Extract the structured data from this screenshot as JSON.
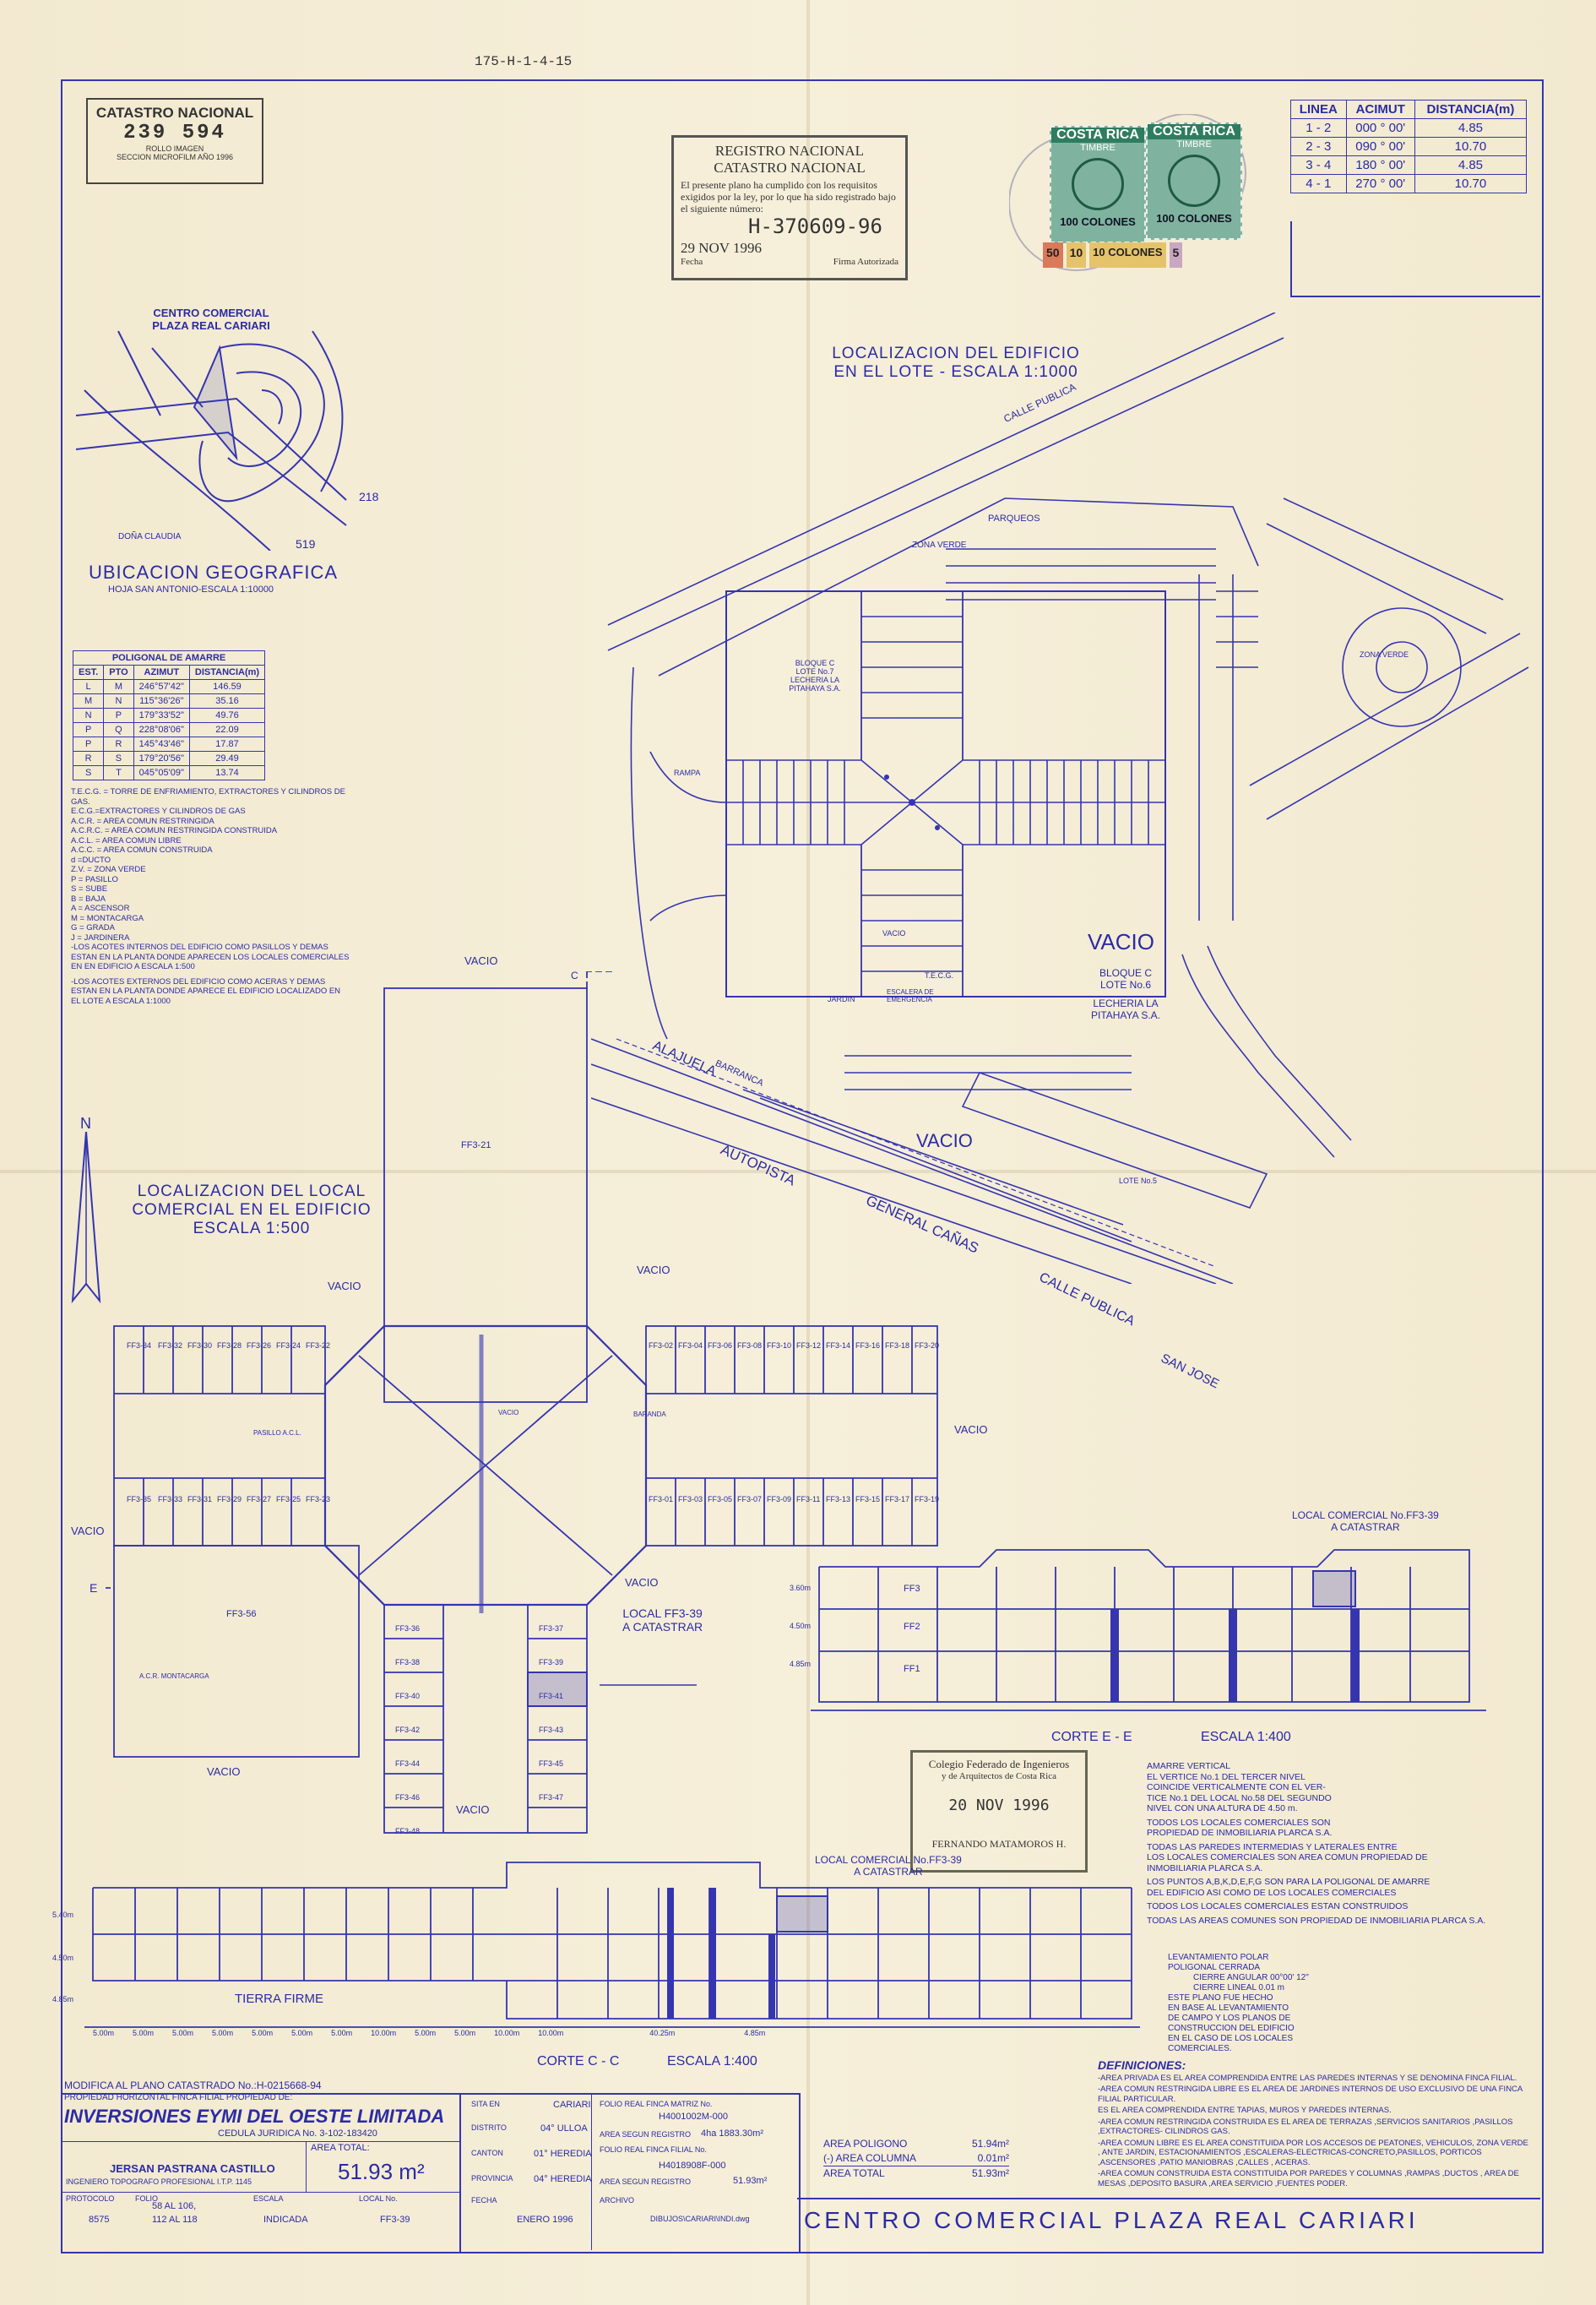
{
  "header": {
    "ref_number": "175-H-1-4-15"
  },
  "catastro_box": {
    "title": "CATASTRO NACIONAL",
    "number": "239 594",
    "rollo_label": "ROLLO IMAGEN",
    "seccion_label": "SECCION MICROFILM AÑO 1996"
  },
  "registro_stamp": {
    "line1": "REGISTRO NACIONAL",
    "line2": "CATASTRO NACIONAL",
    "body": "El presente plano ha cumplido con los requisitos exigidos por la ley, por lo que ha sido registrado bajo el siguiente número:",
    "number": "H-370609-96",
    "date": "29 NOV 1996",
    "fecha_label": "Fecha",
    "firma_label": "Firma Autorizada"
  },
  "timbres": [
    {
      "country": "COSTA RICA",
      "kind": "TIMBRE",
      "value": "100 COLONES"
    },
    {
      "country": "COSTA RICA",
      "kind": "TIMBRE",
      "value": "100 COLONES"
    }
  ],
  "timbre_small": [
    "50",
    "10",
    "10 COLONES",
    "5"
  ],
  "linea_table": {
    "headers": [
      "LINEA",
      "ACIMUT",
      "DISTANCIA(m)"
    ],
    "rows": [
      [
        "1 - 2",
        "000 ° 00'",
        "4.85"
      ],
      [
        "2 - 3",
        "090 ° 00'",
        "10.70"
      ],
      [
        "3 - 4",
        "180 ° 00'",
        "4.85"
      ],
      [
        "4 - 1",
        "270 ° 00'",
        "10.70"
      ]
    ]
  },
  "ubicacion": {
    "label_centro": "CENTRO COMERCIAL PLAZA REAL CARIARI",
    "title": "UBICACION GEOGRAFICA",
    "subtitle": "HOJA SAN ANTONIO-ESCALA 1:10000",
    "num_218": "218",
    "num_519": "519",
    "dona_claudia": "DOÑA CLAUDIA"
  },
  "poligonal_table": {
    "title": "POLIGONAL DE AMARRE",
    "headers": [
      "EST.",
      "PTO",
      "AZIMUT",
      "DISTANCIA(m)"
    ],
    "rows": [
      [
        "L",
        "M",
        "246°57'42\"",
        "146.59"
      ],
      [
        "M",
        "N",
        "115°36'26\"",
        "35.16"
      ],
      [
        "N",
        "P",
        "179°33'52\"",
        "49.76"
      ],
      [
        "P",
        "Q",
        "228°08'06\"",
        "22.09"
      ],
      [
        "P",
        "R",
        "145°43'46\"",
        "17.87"
      ],
      [
        "R",
        "S",
        "179°20'56\"",
        "29.49"
      ],
      [
        "S",
        "T",
        "045°05'09\"",
        "13.74"
      ]
    ]
  },
  "legend": [
    "T.E.C.G. = TORRE DE ENFRIAMIENTO, EXTRACTORES Y CILINDROS DE GAS.",
    "E.C.G.=EXTRACTORES Y CILINDROS DE GAS",
    "A.C.R. = AREA COMUN RESTRINGIDA",
    "A.C.R.C. = AREA COMUN RESTRINGIDA CONSTRUIDA",
    "A.C.L. = AREA COMUN LIBRE",
    "A.C.C. = AREA COMUN CONSTRUIDA",
    "d =DUCTO",
    "Z.V. = ZONA VERDE",
    "P = PASILLO",
    "S = SUBE",
    "B = BAJA",
    "A = ASCENSOR",
    "M = MONTACARGA",
    "G = GRADA",
    "J = JARDINERA",
    "-LOS ACOTES INTERNOS DEL EDIFICIO COMO PASILLOS Y DEMAS ESTAN EN LA PLANTA DONDE APARECEN LOS LOCALES COMERCIALES EN EN EDIFICIO A ESCALA 1:500",
    "-LOS ACOTES EXTERNOS DEL EDIFICIO COMO ACERAS Y DEMAS ESTAN EN LA PLANTA DONDE APARECE EL EDIFICIO LOCALIZADO EN EL LOTE A ESCALA 1:1000"
  ],
  "site_plan": {
    "title_line1": "LOCALIZACION DEL EDIFICIO",
    "title_line2": "EN EL LOTE - ESCALA 1:1000",
    "calle_publica": "CALLE PUBLICA",
    "parqueos": "PARQUEOS",
    "zona_verde": "ZONA VERDE",
    "vacio": "VACIO",
    "bloque_c_lote_6": "BLOQUE C",
    "lote_6": "LOTE No.6",
    "lecheria": "LECHERIA LA PITAHAYA S.A.",
    "bloque_c_lote_7": "BLOQUE C",
    "lote_7": "LOTE No.7",
    "lote_5": "LOTE No.5",
    "alajuela": "ALAJUELA",
    "autopista": "AUTOPISTA",
    "general_canas": "GENERAL CAÑAS",
    "calle_publica_2": "CALLE PUBLICA",
    "san_jose": "SAN JOSE",
    "barranca": "BARRANCA",
    "rampa": "RAMPA",
    "vacio_small": "VACIO",
    "tecg": "T.E.C.G.",
    "jardin": "JARDIN",
    "escalera": "ESCALERA DE EMERGENCIA",
    "zona_verde_round": "ZONA VERDE"
  },
  "local_plan": {
    "title_line1": "LOCALIZACION DEL LOCAL",
    "title_line2": "COMERCIAL EN EL EDIFICIO",
    "title_line3": "ESCALA 1:500",
    "vacio": "VACIO",
    "ff3_21": "FF3-21",
    "ff3_56": "FF3-56",
    "local_ff3_39": "LOCAL FF3-39",
    "a_catastrar": "A CATASTRAR",
    "north": "N",
    "corte_c": "C",
    "corte_e": "E",
    "left_top_units": [
      "FF3-34",
      "FF3-32",
      "FF3-30",
      "FF3-28",
      "FF3-26",
      "FF3-24",
      "FF3-22"
    ],
    "left_bot_units": [
      "FF3-35",
      "FF3-33",
      "FF3-31",
      "FF3-29",
      "FF3-27",
      "FF3-25",
      "FF3-23"
    ],
    "right_top_units": [
      "FF3-02",
      "FF3-04",
      "FF3-06",
      "FF3-08",
      "FF3-10",
      "FF3-12",
      "FF3-14",
      "FF3-16",
      "FF3-18",
      "FF3-20"
    ],
    "right_bot_units": [
      "FF3-01",
      "FF3-03",
      "FF3-05",
      "FF3-07",
      "FF3-09",
      "FF3-11",
      "FF3-13",
      "FF3-15",
      "FF3-17",
      "FF3-19"
    ],
    "south_left_units": [
      "FF3-36",
      "FF3-38",
      "FF3-40",
      "FF3-42",
      "FF3-44",
      "FF3-46",
      "FF3-48"
    ],
    "south_right_units": [
      "FF3-37",
      "FF3-39",
      "FF3-41",
      "FF3-43",
      "FF3-45",
      "FF3-47"
    ],
    "pasillo": "PASILLO A.C.L.",
    "vacio_center": "VACIO",
    "acr_monta": "A.C.R. MONTACARGA",
    "barranda": "BARANDA"
  },
  "corte_ee": {
    "label": "LOCAL COMERCIAL No.FF3-39",
    "label2": "A CATASTRAR",
    "title": "CORTE E - E",
    "scale": "ESCALA 1:400",
    "levels": [
      "FF3",
      "FF2",
      "FF1"
    ],
    "dims": [
      "3.60m",
      "4.50m",
      "4.85m"
    ]
  },
  "corte_cc": {
    "label": "LOCAL COMERCIAL No.FF3-39",
    "label2": "A CATASTRAR",
    "title": "CORTE C - C",
    "scale": "ESCALA 1:400",
    "tierra_firme": "TIERRA FIRME",
    "dims": [
      "5.40m",
      "4.50m",
      "4.85m"
    ],
    "bottom_dims": [
      "5.00m",
      "5.00m",
      "5.00m",
      "5.00m",
      "5.00m",
      "5.00m",
      "5.00m",
      "10.00m",
      "5.00m",
      "5.00m",
      "10.00m",
      "10.00m",
      "40.25m",
      "4.85m"
    ]
  },
  "colegio_stamp": {
    "line1": "Colegio Federado de Ingenieros",
    "line2": "y de Arquitectos de Costa Rica",
    "date": "20 NOV 1996",
    "name": "FERNANDO MATAMOROS H."
  },
  "notes": [
    "AMARRE VERTICAL",
    "EL VERTICE No.1 DEL TERCER NIVEL",
    "COINCIDE VERTICALMENTE CON EL VER-",
    "TICE No.1 DEL LOCAL No.58 DEL SEGUNDO",
    "NIVEL CON UNA ALTURA DE 4.50 m.",
    "TODOS LOS LOCALES COMERCIALES SON",
    "PROPIEDAD DE INMOBILIARIA PLARCA S.A.",
    "TODAS LAS PAREDES INTERMEDIAS Y LATERALES ENTRE",
    "LOS LOCALES COMERCIALES SON AREA COMUN PROPIEDAD DE",
    "INMOBILIARIA PLARCA S.A.",
    "LOS PUNTOS A,B,K,D,E,F,G SON PARA LA POLIGONAL DE AMARRE",
    "DEL EDIFICIO ASI COMO DE LOS LOCALES COMERCIALES",
    "TODOS LOS LOCALES COMERCIALES ESTAN CONSTRUIDOS",
    "TODAS LAS AREAS COMUNES SON PROPIEDAD DE INMOBILIARIA PLARCA S.A."
  ],
  "levantamiento": [
    "LEVANTAMIENTO POLAR",
    "POLIGONAL CERRADA",
    "CIERRE ANGULAR 00°00' 12\"",
    "CIERRE LINEAL 0.01 m",
    "ESTE PLANO FUE HECHO",
    "EN BASE AL LEVANTAMIENTO",
    "DE CAMPO Y LOS PLANOS DE",
    "CONSTRUCCION DEL EDIFICIO",
    "EN EL CASO DE LOS LOCALES",
    "COMERCIALES."
  ],
  "definiciones": {
    "title": "DEFINICIONES:",
    "items": [
      "-AREA PRIVADA ES EL AREA COMPRENDIDA ENTRE LAS PAREDES INTERNAS Y SE DENOMINA FINCA FILIAL.",
      "-AREA COMUN RESTRINGIDA LIBRE ES EL AREA DE JARDINES INTERNOS DE USO EXCLUSIVO DE UNA FINCA FILIAL PARTICULAR.",
      "ES EL AREA COMPRENDIDA ENTRE TAPIAS, MUROS Y PAREDES INTERNAS.",
      "-AREA COMUN RESTRINGIDA CONSTRUIDA ES EL AREA DE TERRAZAS ,SERVICIOS SANITARIOS ,PASILLOS ,EXTRACTORES- CILINDROS GAS.",
      "-AREA COMUN LIBRE ES EL AREA CONSTITUIDA POR LOS ACCESOS DE PEATONES, VEHICULOS, ZONA VERDE , ANTE JARDIN, ESTACIONAMIENTOS ,ESCALERAS-ELECTRICAS-CONCRETO,PASILLOS, PORTICOS ,ASCENSORES ,PATIO MANIOBRAS ,CALLES , ACERAS.",
      "-AREA COMUN CONSTRUIDA ESTA CONSTITUIDA POR PAREDES Y COLUMNAS ,RAMPAS ,DUCTOS , AREA DE MESAS ,DEPOSITO BASURA ,AREA SERVICIO ,FUENTES PODER."
    ]
  },
  "title_block": {
    "modifica": "MODIFICA AL PLANO CATASTRADO No.:H-0215668-94",
    "propiedad": "PROPIEDAD HORIZONTAL FINCA FILIAL PROPIEDAD DE:",
    "owner": "INVERSIONES EYMI DEL OESTE LIMITADA",
    "cedula": "CEDULA JURIDICA No. 3-102-183420",
    "area_total_label": "AREA TOTAL:",
    "area_total": "51.93 m²",
    "engineer": "JERSAN PASTRANA CASTILLO",
    "engineer_title": "INGENIERO TOPOGRAFO PROFESIONAL I.T.P. 1145",
    "sita_en_label": "SITA EN",
    "sita_en": "CARIARI",
    "distrito_label": "DISTRITO",
    "distrito": "04° ULLOA",
    "canton_label": "CANTON",
    "canton": "01° HEREDIA",
    "provincia_label": "PROVINCIA",
    "provincia": "04° HEREDIA",
    "fecha_label": "FECHA",
    "fecha": "ENERO 1996",
    "folio_matriz_label": "FOLIO REAL FINCA MATRIZ No.",
    "folio_matriz": "H4001002M-000",
    "area_registro_label": "AREA SEGUN REGISTRO",
    "area_registro_matriz": "4ha 1883.30m²",
    "folio_filial_label": "FOLIO REAL FINCA FILIAL No.",
    "folio_filial": "H4018908F-000",
    "area_registro_filial": "51.93m²",
    "archivo_label": "ARCHIVO",
    "archivo": "DIBUJOS\\CARIARI\\INDI.dwg",
    "protocolo_label": "PROTOCOLO",
    "protocolo": "8575",
    "folio_label": "FOLIO",
    "folio": "58 AL 106,",
    "folio2": "112 AL 118",
    "escala_label": "ESCALA",
    "escala": "INDICADA",
    "local_label": "LOCAL No.",
    "local": "FF3-39"
  },
  "area_summary": {
    "rows": [
      {
        "label": "AREA POLIGONO",
        "value": "51.94m²"
      },
      {
        "label": "(-) AREA COLUMNA",
        "value": "0.01m²"
      },
      {
        "label": "AREA TOTAL",
        "value": "51.93m²"
      }
    ]
  },
  "footer_title": "CENTRO COMERCIAL PLAZA REAL CARIARI"
}
